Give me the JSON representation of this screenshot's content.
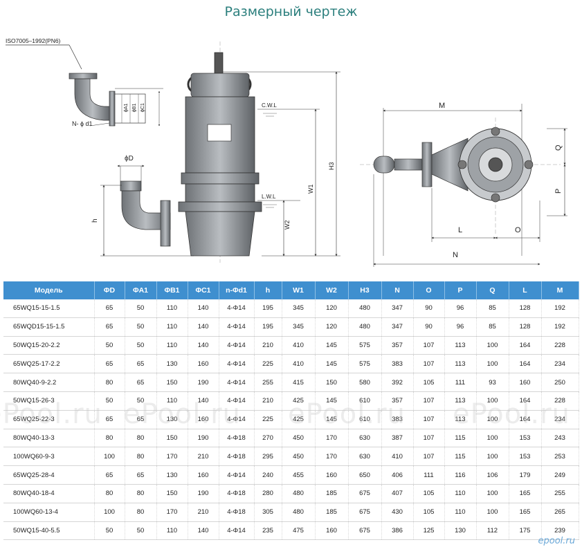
{
  "title": "Размерный чертеж",
  "drawing": {
    "labels": {
      "flange_std": "ISO7005–1992(PN6)",
      "holes": "N- ϕ d1",
      "phi_a1": "ϕA1",
      "phi_b1": "ϕB1",
      "phi_c1": "ϕC1",
      "phi_d": "ϕD",
      "h": "h",
      "cwl": "C.W.L",
      "lwl": "L.W.L",
      "w1": "W1",
      "w2": "W2",
      "h3": "H3",
      "m": "M",
      "q": "Q",
      "p": "P",
      "l": "L",
      "o": "O",
      "n": "N"
    }
  },
  "table": {
    "headers": [
      "Модель",
      "ΦD",
      "ΦA1",
      "ΦB1",
      "ΦC1",
      "n-Φd1",
      "h",
      "W1",
      "W2",
      "H3",
      "N",
      "O",
      "P",
      "Q",
      "L",
      "M"
    ],
    "rows": [
      [
        "65WQ15-15-1.5",
        "65",
        "50",
        "110",
        "140",
        "4-Φ14",
        "195",
        "345",
        "120",
        "480",
        "347",
        "90",
        "96",
        "85",
        "128",
        "192"
      ],
      [
        "65WQD15-15-1.5",
        "65",
        "50",
        "110",
        "140",
        "4-Φ14",
        "195",
        "345",
        "120",
        "480",
        "347",
        "90",
        "96",
        "85",
        "128",
        "192"
      ],
      [
        "50WQ15-20-2.2",
        "50",
        "50",
        "110",
        "140",
        "4-Φ14",
        "210",
        "410",
        "145",
        "575",
        "357",
        "107",
        "113",
        "100",
        "164",
        "228"
      ],
      [
        "65WQ25-17-2.2",
        "65",
        "65",
        "130",
        "160",
        "4-Φ14",
        "225",
        "410",
        "145",
        "575",
        "383",
        "107",
        "113",
        "100",
        "164",
        "234"
      ],
      [
        "80WQ40-9-2.2",
        "80",
        "65",
        "150",
        "190",
        "4-Φ14",
        "255",
        "415",
        "150",
        "580",
        "392",
        "105",
        "111",
        "93",
        "160",
        "250"
      ],
      [
        "50WQ15-26-3",
        "50",
        "50",
        "110",
        "140",
        "4-Φ14",
        "210",
        "425",
        "145",
        "610",
        "357",
        "107",
        "113",
        "100",
        "164",
        "228"
      ],
      [
        "65WQ25-22-3",
        "65",
        "65",
        "130",
        "160",
        "4-Φ14",
        "225",
        "425",
        "145",
        "610",
        "383",
        "107",
        "113",
        "100",
        "164",
        "234"
      ],
      [
        "80WQ40-13-3",
        "80",
        "80",
        "150",
        "190",
        "4-Φ18",
        "270",
        "450",
        "170",
        "630",
        "387",
        "107",
        "115",
        "100",
        "153",
        "243"
      ],
      [
        "100WQ60-9-3",
        "100",
        "80",
        "170",
        "210",
        "4-Φ18",
        "295",
        "450",
        "170",
        "630",
        "410",
        "107",
        "115",
        "100",
        "153",
        "253"
      ],
      [
        "65WQ25-28-4",
        "65",
        "65",
        "130",
        "160",
        "4-Φ14",
        "240",
        "455",
        "160",
        "650",
        "406",
        "111",
        "116",
        "106",
        "179",
        "249"
      ],
      [
        "80WQ40-18-4",
        "80",
        "80",
        "150",
        "190",
        "4-Φ18",
        "280",
        "480",
        "185",
        "675",
        "407",
        "105",
        "110",
        "100",
        "165",
        "255"
      ],
      [
        "100WQ60-13-4",
        "100",
        "80",
        "170",
        "210",
        "4-Φ18",
        "305",
        "480",
        "185",
        "675",
        "430",
        "105",
        "110",
        "100",
        "165",
        "265"
      ],
      [
        "50WQ15-40-5.5",
        "50",
        "50",
        "110",
        "140",
        "4-Φ14",
        "235",
        "475",
        "160",
        "675",
        "386",
        "125",
        "130",
        "112",
        "175",
        "239"
      ]
    ]
  },
  "watermarks": [
    "ePool.ru",
    "ePool.ru",
    "ePool.ru",
    "ePool.ru"
  ],
  "corner_logo": "epool.ru",
  "colors": {
    "title": "#2b7f7d",
    "header_bg": "#3f8fcf"
  }
}
